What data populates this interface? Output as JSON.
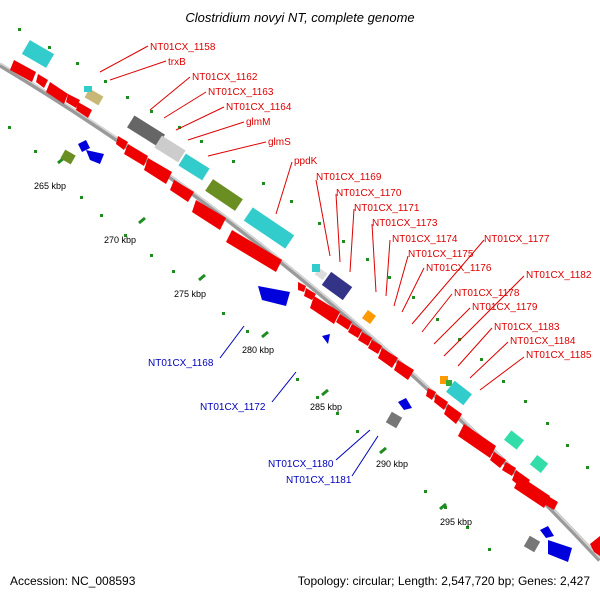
{
  "title": "Clostridium novyi NT, complete genome",
  "accession": "Accession: NC_008593",
  "summary": "Topology: circular; Length: 2,547,720 bp; Genes: 2,427",
  "colors": {
    "forward_label": "#dd0000",
    "reverse_label": "#0000bb",
    "backbone": "#9a9a9a",
    "ticks": "#1e8c1e"
  },
  "ticks": [
    "265 kbp",
    "270 kbp",
    "275 kbp",
    "280 kbp",
    "285 kbp",
    "290 kbp",
    "295 kbp"
  ],
  "forward_labels": [
    "NT01CX_1158",
    "trxB",
    "NT01CX_1162",
    "NT01CX_1163",
    "NT01CX_1164",
    "glmM",
    "glmS",
    "ppdK",
    "NT01CX_1169",
    "NT01CX_1170",
    "NT01CX_1171",
    "NT01CX_1173",
    "NT01CX_1174",
    "NT01CX_1175",
    "NT01CX_1176",
    "NT01CX_1177",
    "NT01CX_1178",
    "NT01CX_1179",
    "NT01CX_1182",
    "NT01CX_1183",
    "NT01CX_1184",
    "NT01CX_1185"
  ],
  "reverse_labels": [
    "NT01CX_1168",
    "NT01CX_1172",
    "NT01CX_1180",
    "NT01CX_1181"
  ]
}
